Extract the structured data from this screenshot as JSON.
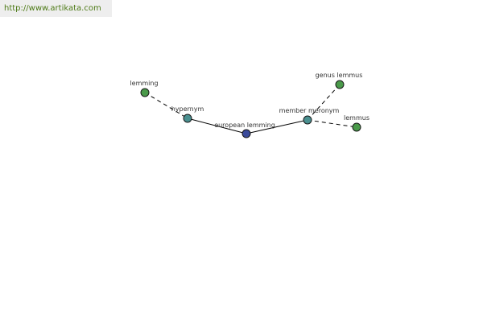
{
  "watermark": {
    "text": "http://www.artikata.com",
    "color": "#4d7a16"
  },
  "graph": {
    "nodes": [
      {
        "id": "lemming",
        "label": "lemming",
        "color": "#4a9a4a"
      },
      {
        "id": "hypernym",
        "label": "hypernym",
        "color": "#4a9090"
      },
      {
        "id": "european-lemming",
        "label": "european lemming",
        "color": "#3a4a9a"
      },
      {
        "id": "member-meronym",
        "label": "member meronym",
        "color": "#4a9090"
      },
      {
        "id": "genus-lemmus",
        "label": "genus lemmus",
        "color": "#4a9a4a"
      },
      {
        "id": "lemmus",
        "label": "lemmus",
        "color": "#4a9a4a"
      }
    ],
    "edges": [
      {
        "from": "lemming",
        "to": "hypernym",
        "style": "dashed"
      },
      {
        "from": "hypernym",
        "to": "european-lemming",
        "style": "solid"
      },
      {
        "from": "european-lemming",
        "to": "member-meronym",
        "style": "solid"
      },
      {
        "from": "member-meronym",
        "to": "genus-lemmus",
        "style": "dashed"
      },
      {
        "from": "member-meronym",
        "to": "lemmus",
        "style": "dashed"
      }
    ]
  }
}
